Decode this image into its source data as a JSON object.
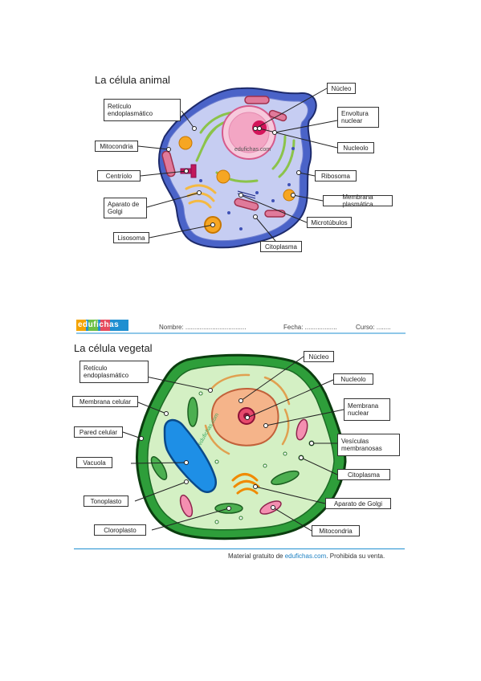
{
  "animal": {
    "title": "La célula animal",
    "watermark": "edufichas.com",
    "labels": {
      "reticulo": "Retículo\nendoplasmático",
      "mitocondria": "Mitocondria",
      "centriolo": "Centríolo",
      "golgi": "Aparato de\nGolgi",
      "lisosoma": "Lisosoma",
      "citoplasma": "Citoplasma",
      "microtubulos": "Microtúbulos",
      "membrana": "Membrana plasmática",
      "ribosoma": "Ribosoma",
      "nucleolo": "Nucleolo",
      "envoltura": "Envoltura\nnuclear",
      "nucleo": "Núcleo"
    }
  },
  "vegetal": {
    "header": {
      "logo": "edufichas",
      "nombre": "Nombre: ..................................",
      "fecha": "Fecha: ..................",
      "curso": "Curso: ........"
    },
    "title": "La célula vegetal",
    "watermark": "edufichas.com",
    "labels": {
      "reticulo": "Retículo\nendoplasmático",
      "membrana_celular": "Membrana celular",
      "pared": "Pared celular",
      "vacuola": "Vacuola",
      "tonoplasto": "Tonoplasto",
      "cloroplasto": "Cloroplasto",
      "nucleo": "Núcleo",
      "nucleolo": "Nucleolo",
      "membrana_nuclear": "Membrana\nnuclear",
      "vesiculas": "Vesículas\nmembranosas",
      "citoplasma": "Citoplasma",
      "golgi": "Aparato de Golgi",
      "mitocondria": "Mitocondria"
    },
    "footer": {
      "prefix": "Material gratuito de ",
      "brand": "edufichas.com",
      "suffix": ". Prohibida su venta."
    }
  }
}
